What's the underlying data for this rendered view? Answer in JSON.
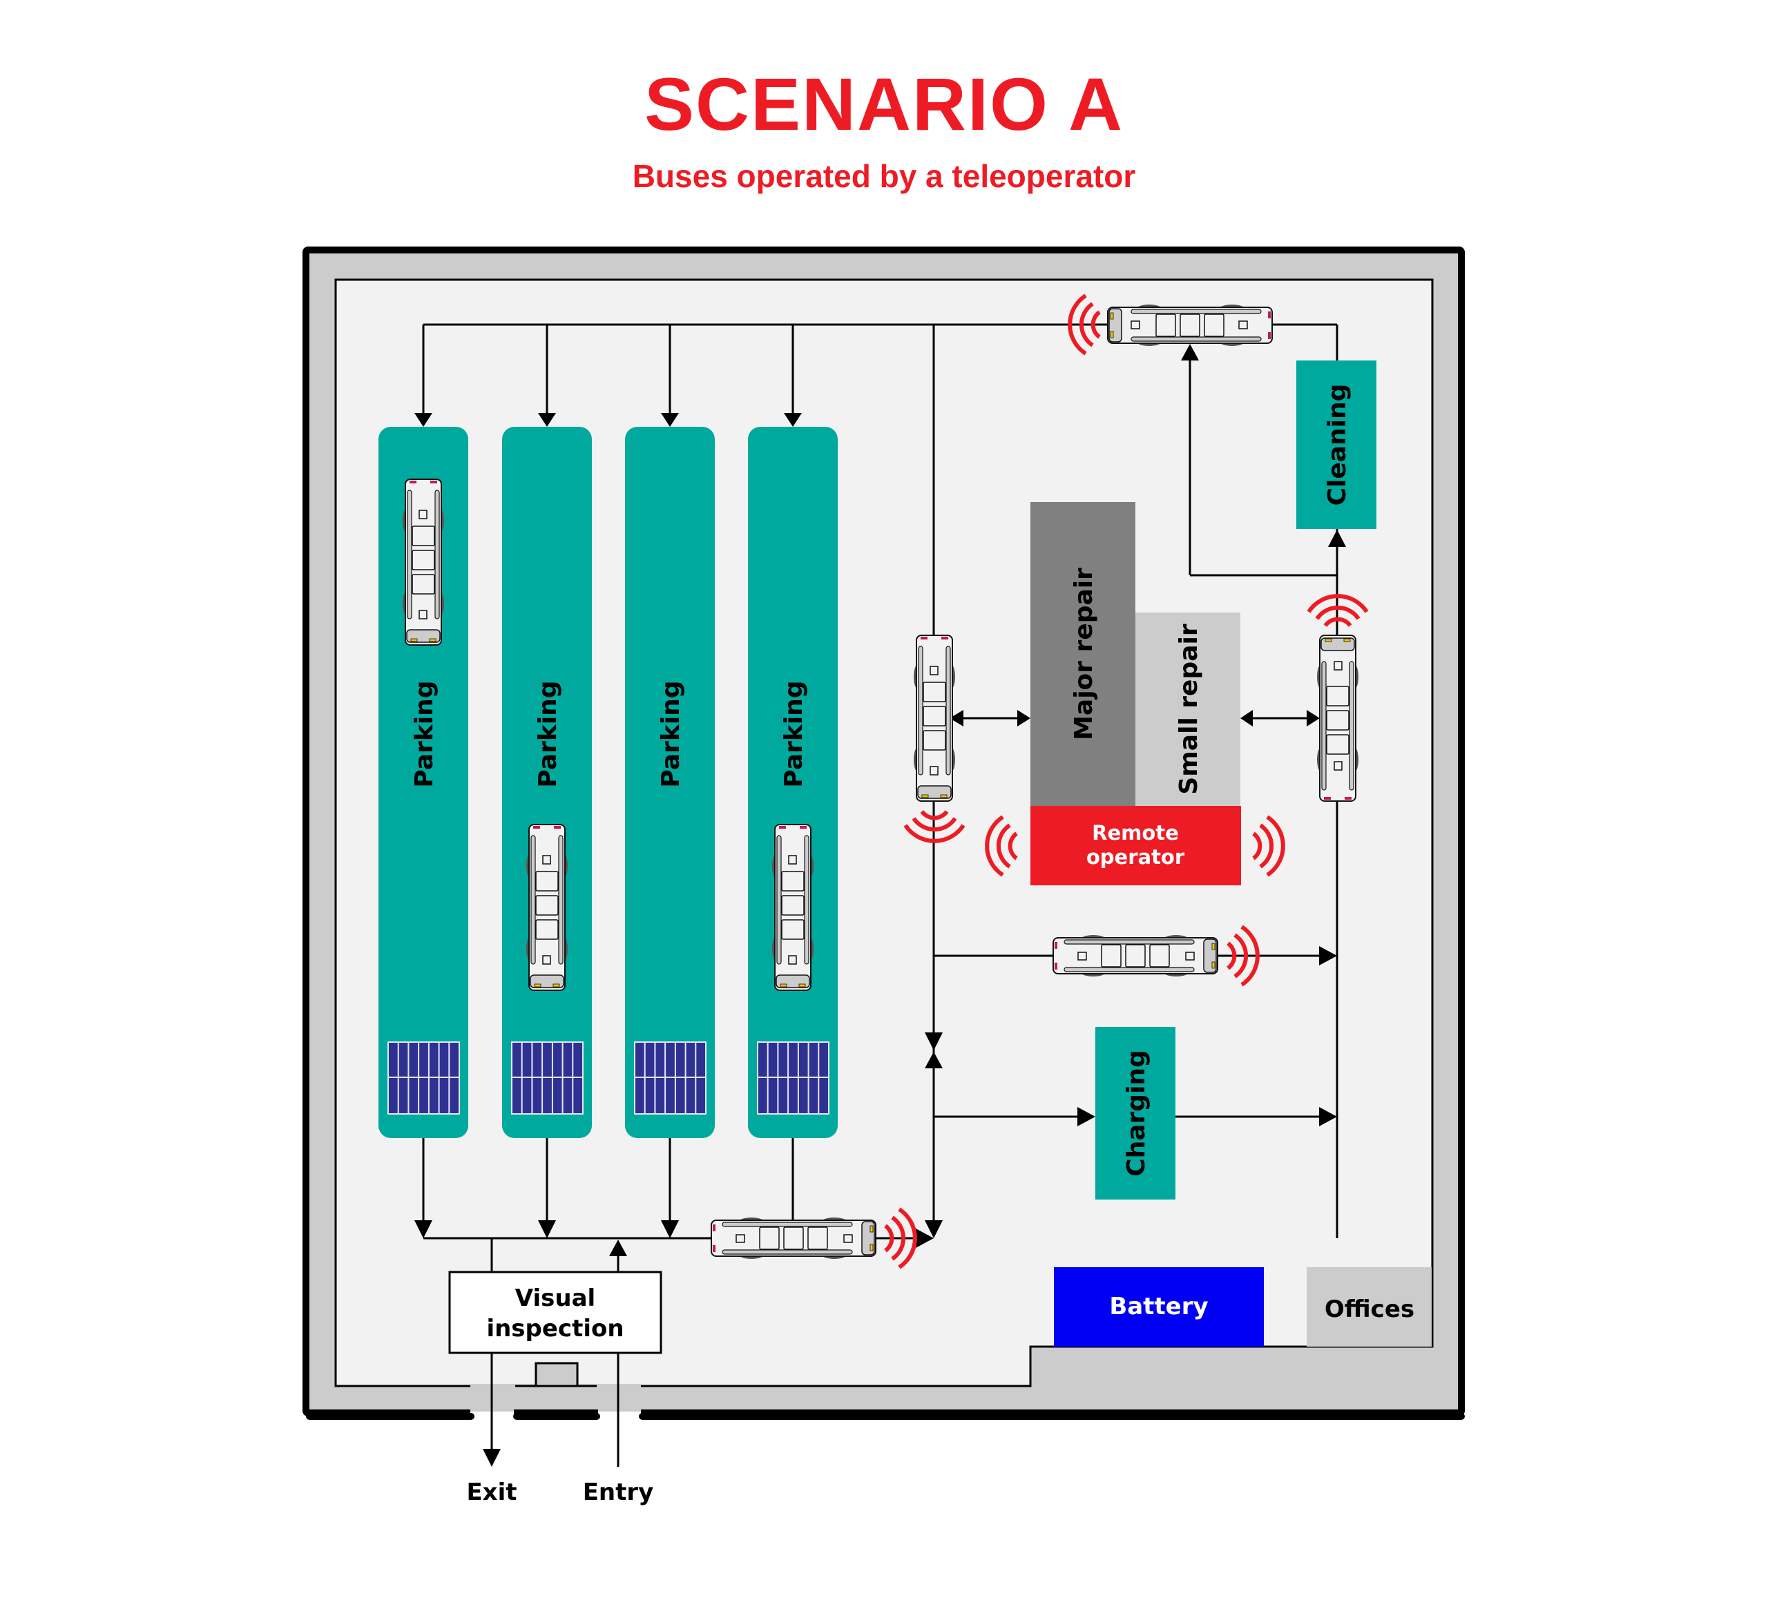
{
  "title": "SCENARIO A",
  "subtitle": "Buses operated by a teleoperator",
  "colors": {
    "accent_red": "#ed1c24",
    "teal": "#00a99d",
    "major_repair": "#808080",
    "small_repair": "#cccccc",
    "battery": "#0000f5",
    "offices": "#cccccc",
    "wall": "#cccccc",
    "floor": "#f2f2f2",
    "solar_panel": "#2e3192"
  },
  "zones": {
    "parking": [
      "Parking",
      "Parking",
      "Parking",
      "Parking"
    ],
    "cleaning": "Cleaning",
    "major_repair": "Major repair",
    "small_repair": "Small repair",
    "remote_operator": [
      "Remote",
      "operator"
    ],
    "charging": "Charging",
    "battery": "Battery",
    "offices": "Offices",
    "visual_inspection": [
      "Visual",
      "inspection"
    ]
  },
  "gates": {
    "exit": "Exit",
    "entry": "Entry"
  },
  "icons": {
    "bus": "bus-icon",
    "signal": "wireless-signal-icon",
    "solar": "solar-panel-icon"
  }
}
